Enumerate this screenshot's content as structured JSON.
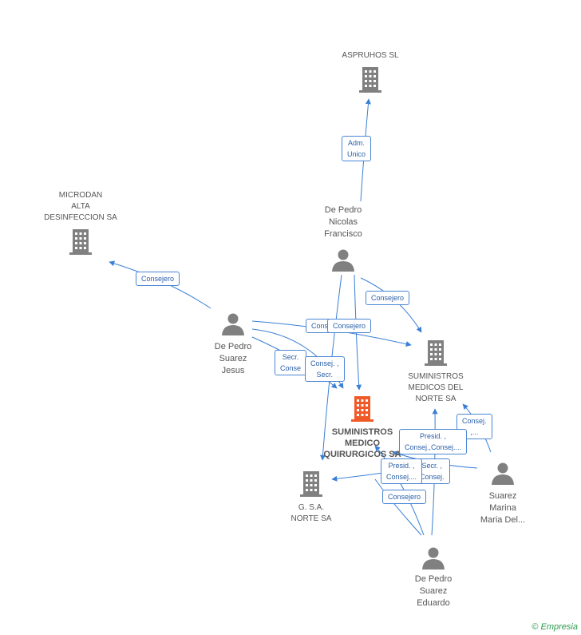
{
  "nodes": {
    "aspruhos": {
      "lines": [
        "ASPRUHOS SL"
      ]
    },
    "microdan": {
      "lines": [
        "MICRODAN",
        "ALTA",
        "DESINFECCION SA"
      ]
    },
    "nicolas": {
      "lines": [
        "De Pedro",
        "Nicolas",
        "Francisco"
      ]
    },
    "jesus": {
      "lines": [
        "De Pedro",
        "Suarez",
        "Jesus"
      ]
    },
    "norte_medicos": {
      "lines": [
        "SUMINISTROS",
        "MEDICOS DEL",
        "NORTE SA"
      ]
    },
    "main": {
      "lines": [
        "SUMINISTROS",
        "MEDICO",
        "QUIRURGICOS SA"
      ]
    },
    "gsa": {
      "lines": [
        "G. S.A.",
        "NORTE SA"
      ]
    },
    "marina": {
      "lines": [
        "Suarez",
        "Marina",
        "Maria Del..."
      ]
    },
    "eduardo": {
      "lines": [
        "De Pedro",
        "Suarez",
        "Eduardo"
      ]
    }
  },
  "relations": {
    "adm_unico": [
      "Adm.",
      "Unico"
    ],
    "consejero_microdan": [
      "Consejero"
    ],
    "consejero_nicolas": [
      "Consejero"
    ],
    "conse_jesus": [
      "Conse"
    ],
    "consejero_mid": [
      "Consejero"
    ],
    "secr_conse": [
      "Secr.",
      "Conse"
    ],
    "consej_secr": [
      "Consej. ,",
      "Secr."
    ],
    "consej_marina": [
      "Consej.",
      ",..."
    ],
    "presid_consej": [
      "Presid. ,",
      "Consej.,Consej...."
    ],
    "secr_consej": [
      "Secr. ,",
      "Consej."
    ],
    "presid_consej2": [
      "Presid. ,",
      "Consej...."
    ],
    "consejero_eduardo": [
      "Consejero"
    ]
  },
  "colors": {
    "node_gray": "#808080",
    "main_orange": "#f05a28",
    "edge_blue": "#3a7fd5"
  },
  "brand": {
    "symbol": "©",
    "name": "Empresia"
  }
}
